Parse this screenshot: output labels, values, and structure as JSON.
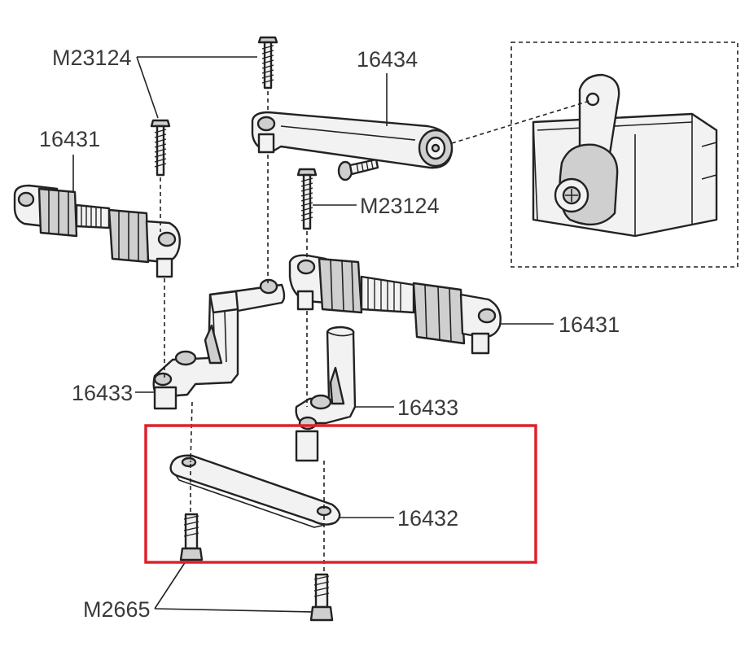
{
  "labels": {
    "screw_top": "M23124",
    "link_long": "16434",
    "rod_left": "16431",
    "screw_mid": "M23124",
    "rod_right": "16431",
    "bellcrank_left": "16433",
    "bellcrank_right": "16433",
    "drag_link": "16432",
    "pivot_screw": "M2665"
  },
  "colors": {
    "highlight_box": "#e0202a",
    "line": "#222222",
    "text": "#3a3a3a"
  }
}
